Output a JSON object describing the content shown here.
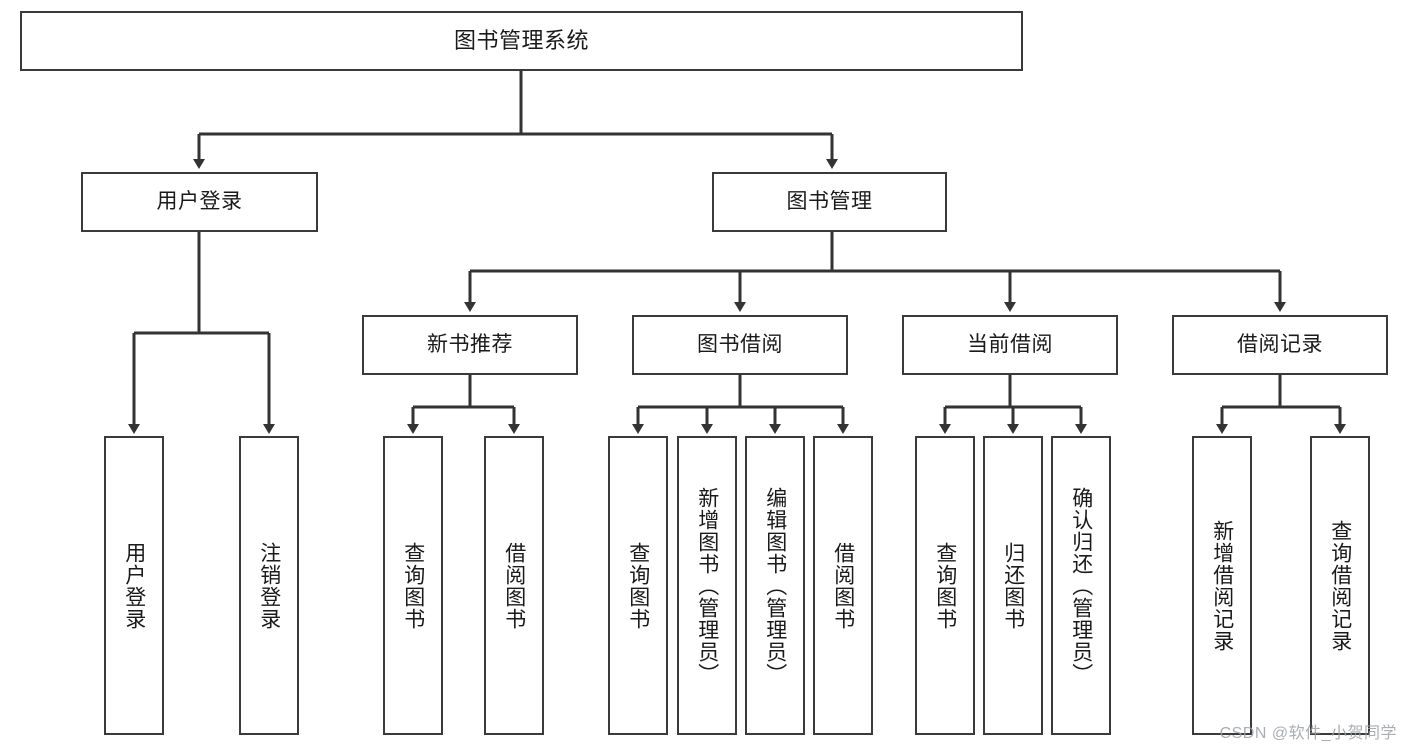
{
  "diagram": {
    "title": "图书管理系统",
    "orientation": "top-down-tree",
    "levels": 4,
    "edge_color": "#333333",
    "box_border_color": "#3a3a3a",
    "box_fill_color": "#ffffff",
    "text_color": "#1a1a1a"
  },
  "root": {
    "label": "图书管理系统"
  },
  "level2": {
    "user_login": {
      "label": "用户登录"
    },
    "book_manage": {
      "label": "图书管理"
    }
  },
  "level3": {
    "new_book_rec": {
      "label": "新书推荐"
    },
    "book_borrow": {
      "label": "图书借阅"
    },
    "current_borrow": {
      "label": "当前借阅"
    },
    "borrow_record": {
      "label": "借阅记录"
    }
  },
  "leaves": {
    "user_login": [
      {
        "label": "用户登录"
      },
      {
        "label": "注销登录"
      }
    ],
    "new_book_rec": [
      {
        "label": "查询图书"
      },
      {
        "label": "借阅图书"
      }
    ],
    "book_borrow": [
      {
        "label": "查询图书"
      },
      {
        "label": "新增图书（管理员）"
      },
      {
        "label": "编辑图书（管理员）"
      },
      {
        "label": "借阅图书"
      }
    ],
    "current_borrow": [
      {
        "label": "查询图书"
      },
      {
        "label": "归还图书"
      },
      {
        "label": "确认归还（管理员）"
      }
    ],
    "borrow_record": [
      {
        "label": "新增借阅记录"
      },
      {
        "label": "查询借阅记录"
      }
    ]
  },
  "watermark": {
    "text": "CSDN @软件_小贺同学"
  }
}
